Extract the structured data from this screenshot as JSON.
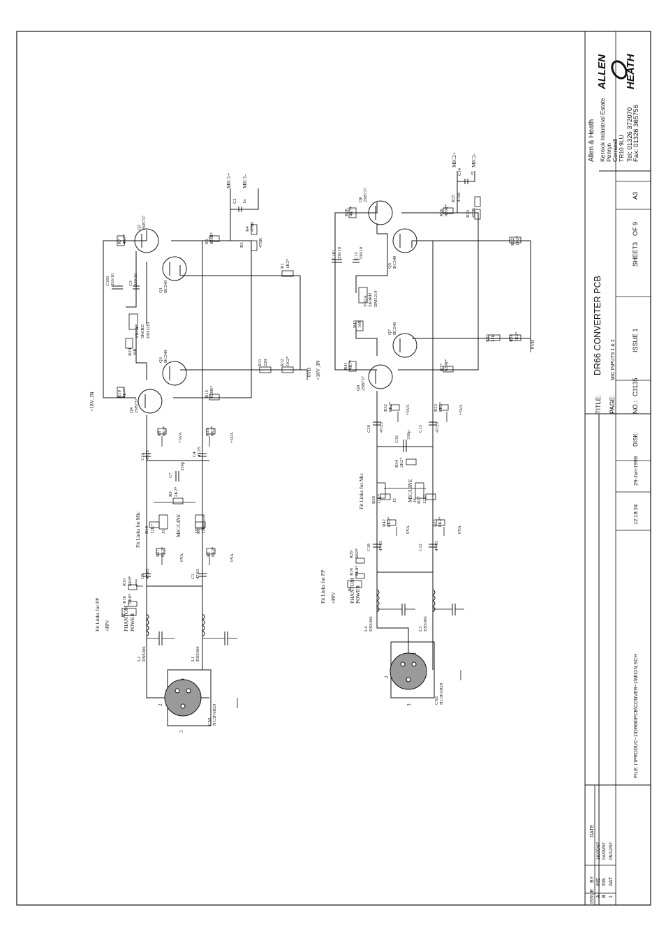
{
  "title_block": {
    "title_label": "TITLE:",
    "title": "DR66 CONVERTER PCB",
    "page_label": "PAGE:",
    "page": "MIC INPUTS 1 & 2",
    "no_label": "NO.:",
    "number": "C3135",
    "issue": "ISSUE 1",
    "sheet": "SHEET3",
    "of": "OF 9",
    "size": "A3",
    "disk_label": "DISK:",
    "time": "12:18:24",
    "date": "29-Jun-1998",
    "file": "FILE: I:\\PRODUC~1\\DR66\\PCB\\CONVER~1\\MICIN.SCH",
    "company": "Allen & Heath",
    "address": [
      "Kernick Industrial Estate",
      "Penryn",
      "Cornwall",
      "TR10 9LU"
    ],
    "tel": "Tel: 01326 372070",
    "fax": "Fax: 01326 365756",
    "logo": [
      "ALLEN",
      "HEATH"
    ]
  },
  "revisions": {
    "headers": [
      "ISSUE",
      "BY",
      "DATE"
    ],
    "rows": [
      [
        "A",
        "INS",
        "18/05/97"
      ],
      [
        "B",
        "INS",
        "04/09/97"
      ],
      [
        "1",
        "AAT",
        "05/12/97"
      ]
    ]
  },
  "labels": {
    "mic1p": "MIC1+",
    "mic1n": "MIC1-",
    "mic2p": "MIC2+",
    "mic2n": "MIC2-",
    "v18": "+18V_IN",
    "ovb": "0VB",
    "pp": "Fit Links for PP",
    "mic": "Fit Links for Mic",
    "micline": "MIC/LINE",
    "phantom": "PHANTOM",
    "power": "POWER",
    "ppv": "+PPV",
    "five": "+5VA",
    "ova": "0VA"
  },
  "components": {
    "q1": [
      "Q1",
      "BC549"
    ],
    "q2": [
      "Q2",
      "2SB737"
    ],
    "q3": [
      "Q3",
      "BC549"
    ],
    "q4": [
      "Q4",
      "2SB737"
    ],
    "q5": [
      "Q5",
      "BC549"
    ],
    "q6": [
      "Q6",
      "2SB737"
    ],
    "q7": [
      "Q7",
      "BC549"
    ],
    "q8": [
      "Q8",
      "2SB737"
    ],
    "vr1a": [
      "VR1A",
      "5K0RD",
      "DM1219"
    ],
    "vr2a": [
      "VR2A",
      "5K0RD",
      "DM1219"
    ],
    "r7": [
      "R7",
      "4K7*"
    ],
    "r5": [
      "R5",
      "820R*"
    ],
    "r4": [
      "R4",
      "470R"
    ],
    "r3": [
      "R3",
      "470R"
    ],
    "r20": [
      "R20",
      "10R"
    ],
    "r19": [
      "R19",
      "4K7*"
    ],
    "r15": [
      "R15",
      "820R*"
    ],
    "r11": [
      "R11",
      "22R"
    ],
    "r12": [
      "R12",
      "1K2*"
    ],
    "r1": [
      "R1",
      "1K2*"
    ],
    "r8": [
      "R8",
      "8K2*"
    ],
    "r13": [
      "R13",
      "8K2*"
    ],
    "r9": [
      "R9",
      "2K2*"
    ],
    "r18": [
      "R18",
      "12K*"
    ],
    "r6": [
      "R6",
      "12K*"
    ],
    "r17": [
      "R17",
      "8K2*"
    ],
    "r2": [
      "R2",
      "8K2*"
    ],
    "r10": [
      "R10",
      "6K8*"
    ],
    "r16": [
      "R16",
      "6K8*"
    ],
    "r28": [
      "R28",
      "4K7*"
    ],
    "r26": [
      "R26",
      "820R*"
    ],
    "r25": [
      "R25",
      "470R"
    ],
    "r24": [
      "R24",
      "470R"
    ],
    "r43": [
      "R43",
      "10R"
    ],
    "r41": [
      "R41",
      "4K7*"
    ],
    "r37": [
      "R37",
      "820R*"
    ],
    "r35": [
      "R35",
      "22R"
    ],
    "r31": [
      "R31",
      "1K2*"
    ],
    "r22": [
      "R22",
      "1K2*"
    ],
    "r32": [
      "R32",
      "8K2*"
    ],
    "r33": [
      "R33",
      "8K2*"
    ],
    "r34": [
      "R34",
      "2K2*"
    ],
    "r38": [
      "R38",
      "12K*"
    ],
    "r27": [
      "R27",
      "12K*"
    ],
    "r42": [
      "R42",
      "8K2*"
    ],
    "r23": [
      "R23",
      "8K2*"
    ],
    "r29": [
      "R29",
      "6K8*"
    ],
    "r36": [
      "R36",
      "6K8*"
    ],
    "c180": [
      "C180",
      "330/10"
    ],
    "c3": [
      "C3",
      "330/10"
    ],
    "c2": [
      "C2",
      "1n"
    ],
    "c11": [
      "C11",
      "47/25"
    ],
    "c4": [
      "C4",
      "47/25"
    ],
    "c7": [
      "C7",
      "330p"
    ],
    "c9": [
      "C9",
      "47/63"
    ],
    "c1": [
      "C1",
      "47/63"
    ],
    "c181": [
      "C181",
      "330/10"
    ],
    "c15": [
      "C15",
      "330/10"
    ],
    "c14": [
      "C14",
      "1n"
    ],
    "c20": [
      "C20",
      "47/25"
    ],
    "c13": [
      "C13",
      "47/25"
    ],
    "c16": [
      "C16",
      "330p"
    ],
    "c18": [
      "C18",
      "47/63"
    ],
    "c12": [
      "C12",
      "47/63"
    ],
    "l1": [
      "L1",
      "DSS306"
    ],
    "l2": [
      "L2",
      "DSS306"
    ],
    "l3": [
      "L3",
      "DSS306"
    ],
    "l4": [
      "L4",
      "DSS306"
    ],
    "j1": "J1",
    "j2": "J2",
    "j3": "J3",
    "j4": "J4",
    "j5": "J5",
    "j6": "J6",
    "cn1": [
      "CN1",
      "NC3FAH20"
    ],
    "cn2": [
      "CN2",
      "NC3FAH20"
    ],
    "pins": [
      "1",
      "2",
      "3"
    ]
  },
  "colors": {
    "ink": "#111111",
    "paper": "#ffffff",
    "xlr_fill": "#9a9a9a"
  }
}
